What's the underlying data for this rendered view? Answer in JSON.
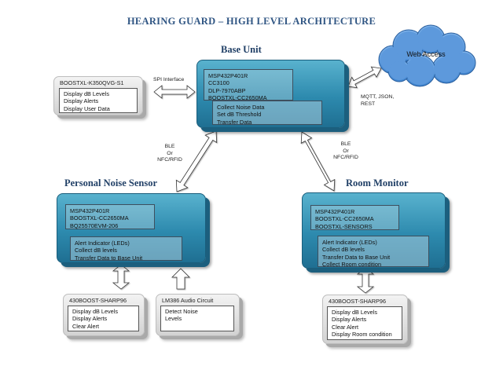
{
  "title": "HEARING GUARD – HIGH LEVEL ARCHITECTURE",
  "base_unit": {
    "title": "Base Unit",
    "components": [
      "MSP432P401R",
      "CC3100",
      "DLP-7970ABP",
      "BOOSTXL-CC2650MA"
    ],
    "functions": [
      "Collect Noise Data",
      "Set dB Threshold",
      "Transfer Data"
    ]
  },
  "personal_noise_sensor": {
    "title": "Personal Noise Sensor",
    "components": [
      "MSP432P401R",
      "BOOSTXL-CC2650MA",
      "BQ25570EVM-206"
    ],
    "functions": [
      "Alert Indicator (LEDs)",
      "Collect dB levels",
      "Transfer Data to Base Unit"
    ]
  },
  "room_monitor": {
    "title": "Room Monitor",
    "components": [
      "MSP432P401R",
      "BOOSTXL-CC2650MA",
      "BOOSTXL-SENSORS"
    ],
    "functions": [
      "Alert Indicator (LEDs)",
      "Collect dB levels",
      "Transfer Data to Base Unit",
      "Collect Room condition"
    ]
  },
  "boostxl_k350": {
    "title": "BOOSTXL-K350QVG-S1",
    "items": [
      "Display dB Levels",
      "Display Alerts",
      "Display User Data"
    ]
  },
  "sharp96_left": {
    "title": "430BOOST-SHARP96",
    "items": [
      "Display dB Levels",
      "Display Alerts",
      "Clear Alert"
    ]
  },
  "lm386": {
    "title": "LM386 Audio Circuit",
    "items": [
      "Detect Noise",
      "Levels"
    ]
  },
  "sharp96_right": {
    "title": "430BOOST-SHARP96",
    "items": [
      "Display dB Levels",
      "Display Alerts",
      "Clear Alert",
      "Display Room condition"
    ]
  },
  "web_access": "Web Access",
  "labels": {
    "spi": "SPI Interface",
    "mqtt": [
      "MQTT, JSON,",
      "REST"
    ],
    "ble_left": [
      "BLE",
      "Or",
      "NFC/RFID"
    ],
    "ble_right": [
      "BLE",
      "Or",
      "NFC/RFID"
    ]
  },
  "colors": {
    "title": "#2f5583",
    "unit": "#2d8aae",
    "grey": "#d2d2d2",
    "cloud": "#4a8fd4"
  }
}
